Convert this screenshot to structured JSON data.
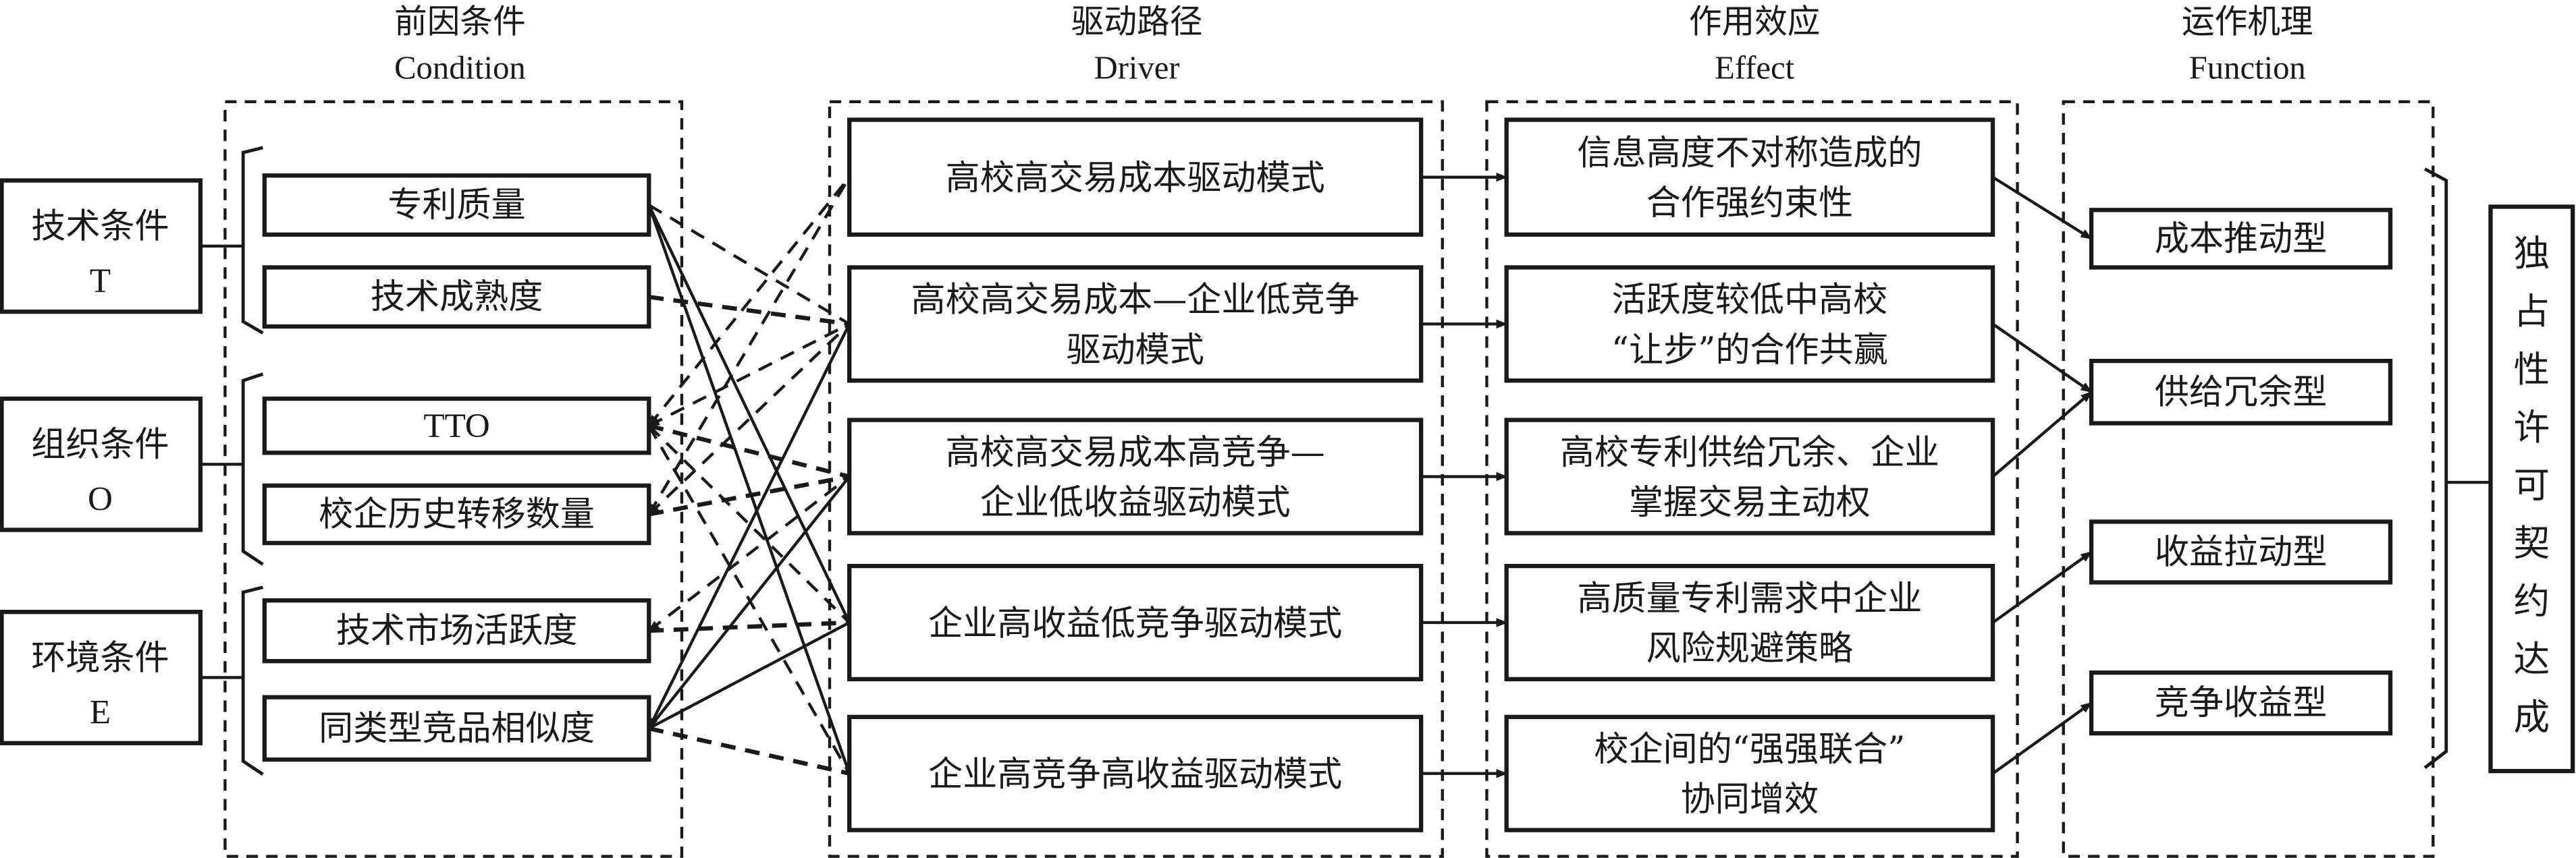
{
  "headers": [
    {
      "cn": "前因条件",
      "en": "Condition"
    },
    {
      "cn": "驱动路径",
      "en": "Driver"
    },
    {
      "cn": "作用效应",
      "en": "Effect"
    },
    {
      "cn": "运作机理",
      "en": "Function"
    }
  ],
  "categories": [
    {
      "label": "技术条件",
      "code": "T"
    },
    {
      "label": "组织条件",
      "code": "O"
    },
    {
      "label": "环境条件",
      "code": "E"
    }
  ],
  "conditions": [
    {
      "label": "专利质量",
      "category": "T"
    },
    {
      "label": "技术成熟度",
      "category": "T"
    },
    {
      "label": "TTO",
      "category": "O"
    },
    {
      "label": "校企历史转移数量",
      "category": "O"
    },
    {
      "label": "技术市场活跃度",
      "category": "E"
    },
    {
      "label": "同类型竞品相似度",
      "category": "E"
    }
  ],
  "drivers": [
    {
      "lines": [
        "高校高交易成本驱动模式"
      ]
    },
    {
      "lines": [
        "高校高交易成本—企业低竞争",
        "驱动模式"
      ]
    },
    {
      "lines": [
        "高校高交易成本高竞争—",
        "企业低收益驱动模式"
      ]
    },
    {
      "lines": [
        "企业高收益低竞争驱动模式"
      ]
    },
    {
      "lines": [
        "企业高竞争高收益驱动模式"
      ]
    }
  ],
  "effects": [
    {
      "lines": [
        "信息高度不对称造成的",
        "合作强约束性"
      ]
    },
    {
      "lines": [
        "活跃度较低中高校",
        "“让步”的合作共赢"
      ]
    },
    {
      "lines": [
        "高校专利供给冗余、企业",
        "掌握交易主动权"
      ]
    },
    {
      "lines": [
        "高质量专利需求中企业",
        "风险规避策略"
      ]
    },
    {
      "lines": [
        "校企间的“强强联合”",
        "协同增效"
      ]
    }
  ],
  "functions": [
    {
      "label": "成本推动型"
    },
    {
      "label": "供给冗余型"
    },
    {
      "label": "收益拉动型"
    },
    {
      "label": "竞争收益型"
    }
  ],
  "outcome": {
    "label": "独占性许可契约达成"
  },
  "links": {
    "condition_to_driver": [
      {
        "from": 0,
        "to": 1,
        "style": "dashed"
      },
      {
        "from": 0,
        "to": 3,
        "style": "solid"
      },
      {
        "from": 0,
        "to": 4,
        "style": "solid"
      },
      {
        "from": 1,
        "to": 1,
        "style": "dashed-thick"
      },
      {
        "from": 2,
        "to": 0,
        "style": "dashed",
        "arrow_at": "condition"
      },
      {
        "from": 3,
        "to": 0,
        "style": "dashed",
        "arrow_at": "condition"
      },
      {
        "from": 2,
        "to": 2,
        "style": "dashed-thick"
      },
      {
        "from": 2,
        "to": 1,
        "style": "dashed",
        "arrow_at": "condition"
      },
      {
        "from": 3,
        "to": 2,
        "style": "dashed-thick"
      },
      {
        "from": 3,
        "to": 1,
        "style": "dashed",
        "arrow_at": "condition"
      },
      {
        "from": 2,
        "to": 3,
        "style": "dashed"
      },
      {
        "from": 2,
        "to": 4,
        "style": "dashed"
      },
      {
        "from": 4,
        "to": 2,
        "style": "dashed",
        "arrow_at": "condition"
      },
      {
        "from": 4,
        "to": 3,
        "style": "dashed-thick"
      },
      {
        "from": 5,
        "to": 1,
        "style": "solid",
        "arrow_at": "condition"
      },
      {
        "from": 5,
        "to": 2,
        "style": "solid"
      },
      {
        "from": 5,
        "to": 3,
        "style": "solid"
      },
      {
        "from": 5,
        "to": 4,
        "style": "dashed-thick"
      }
    ],
    "driver_to_effect": [
      [
        0,
        0
      ],
      [
        1,
        1
      ],
      [
        2,
        2
      ],
      [
        3,
        3
      ],
      [
        4,
        4
      ]
    ],
    "effect_to_function": [
      [
        0,
        0
      ],
      [
        1,
        1
      ],
      [
        2,
        1
      ],
      [
        3,
        2
      ],
      [
        4,
        3
      ]
    ]
  }
}
